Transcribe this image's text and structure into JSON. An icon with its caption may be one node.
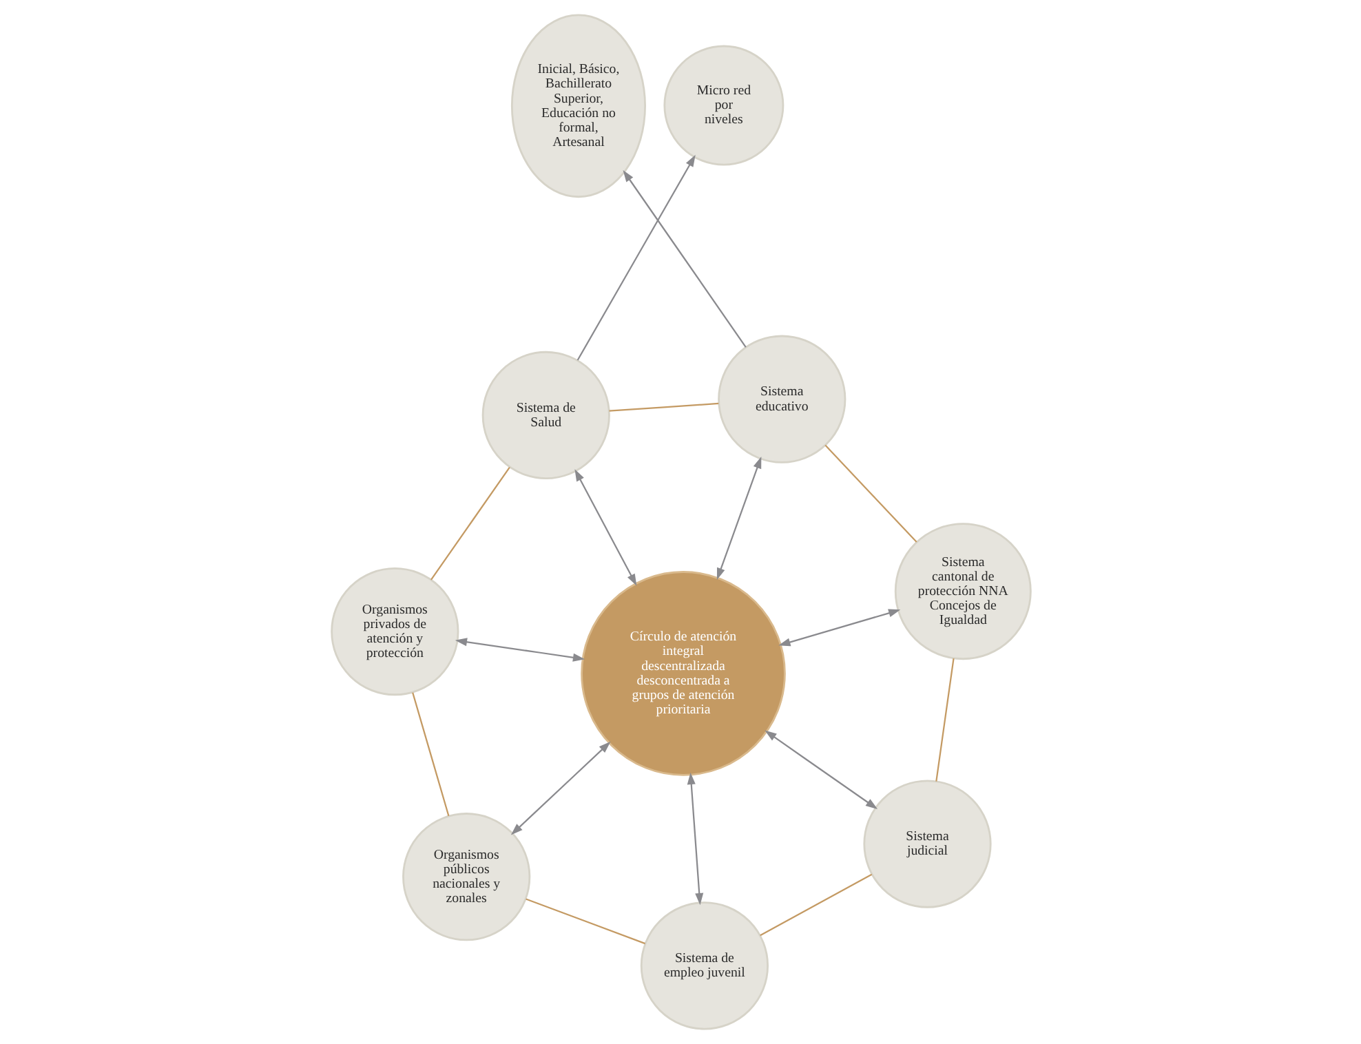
{
  "diagram": {
    "nodes": [
      {
        "text": [
          "Sistema de Salud"
        ]
      },
      {
        "text": [
          "Micro red por niveles"
        ]
      },
      {
        "text": [
          "Organismos privados de atención y protección"
        ]
      },
      {
        "text": [
          "Sistema educativo"
        ]
      },
      {
        "text": [
          "Círculo de atención integral descentralizada desconcentrada a grupos de atención prioritaria"
        ]
      },
      {
        "text": [
          "Inicial, Básico, Bachillerato Superior, Educación no formal, Artesanal"
        ]
      },
      {
        "text": [
          "Organismos públicos nacionales y zonales"
        ]
      },
      {
        "text": [
          "Sistema cantonal de protección NNA Concejos de Igualdad"
        ]
      },
      {
        "text": [
          "Sistema de empleo juvenil"
        ]
      },
      {
        "text": [
          "Sistema judicial"
        ]
      }
    ],
    "edges": [
      {
        "from": 0,
        "to": 4,
        "arrow": "both"
      },
      {
        "from": 0,
        "to": 1,
        "arrow": "to"
      },
      {
        "from": 2,
        "to": 4,
        "arrow": "both"
      },
      {
        "from": 3,
        "to": 4,
        "arrow": "both"
      },
      {
        "from": 3,
        "to": 5,
        "arrow": "to"
      },
      {
        "from": 6,
        "to": 4,
        "arrow": "both"
      },
      {
        "from": 7,
        "to": 4,
        "arrow": "both"
      },
      {
        "from": 8,
        "to": 4,
        "arrow": "both"
      },
      {
        "from": 9,
        "to": 4,
        "arrow": "both"
      },
      {
        "from": 0,
        "to": 3,
        "arrow": "none",
        "color": "#c49a63"
      },
      {
        "from": 3,
        "to": 7,
        "arrow": "none",
        "color": "#c49a63"
      },
      {
        "from": 7,
        "to": 9,
        "arrow": "none",
        "color": "#c49a63"
      },
      {
        "from": 9,
        "to": 8,
        "arrow": "none",
        "color": "#c49a63"
      },
      {
        "from": 8,
        "to": 6,
        "arrow": "none",
        "color": "#c49a63"
      },
      {
        "from": 6,
        "to": 2,
        "arrow": "none",
        "color": "#c49a63"
      },
      {
        "from": 2,
        "to": 0,
        "arrow": "none",
        "color": "#c49a63"
      }
    ]
  }
}
